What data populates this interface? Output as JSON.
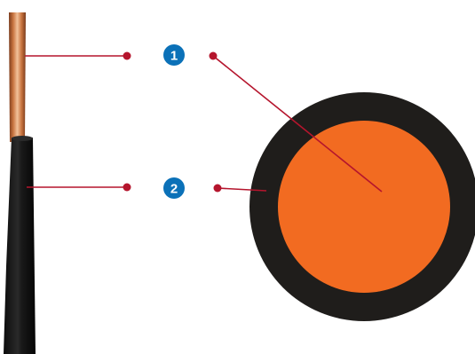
{
  "callouts": [
    {
      "number": "1",
      "part": "conductor"
    },
    {
      "number": "2",
      "part": "insulation"
    }
  ],
  "colors": {
    "background": "#ffffff",
    "copper": "#c8743f",
    "copper_highlight": "#f2c19a",
    "copper_shadow": "#7a3b1c",
    "conductor_cross_section": "#f26b21",
    "insulation": "#1f1d1b",
    "leader_line": "#b5152d",
    "badge": "#0b71b8",
    "badge_text": "#ffffff"
  }
}
